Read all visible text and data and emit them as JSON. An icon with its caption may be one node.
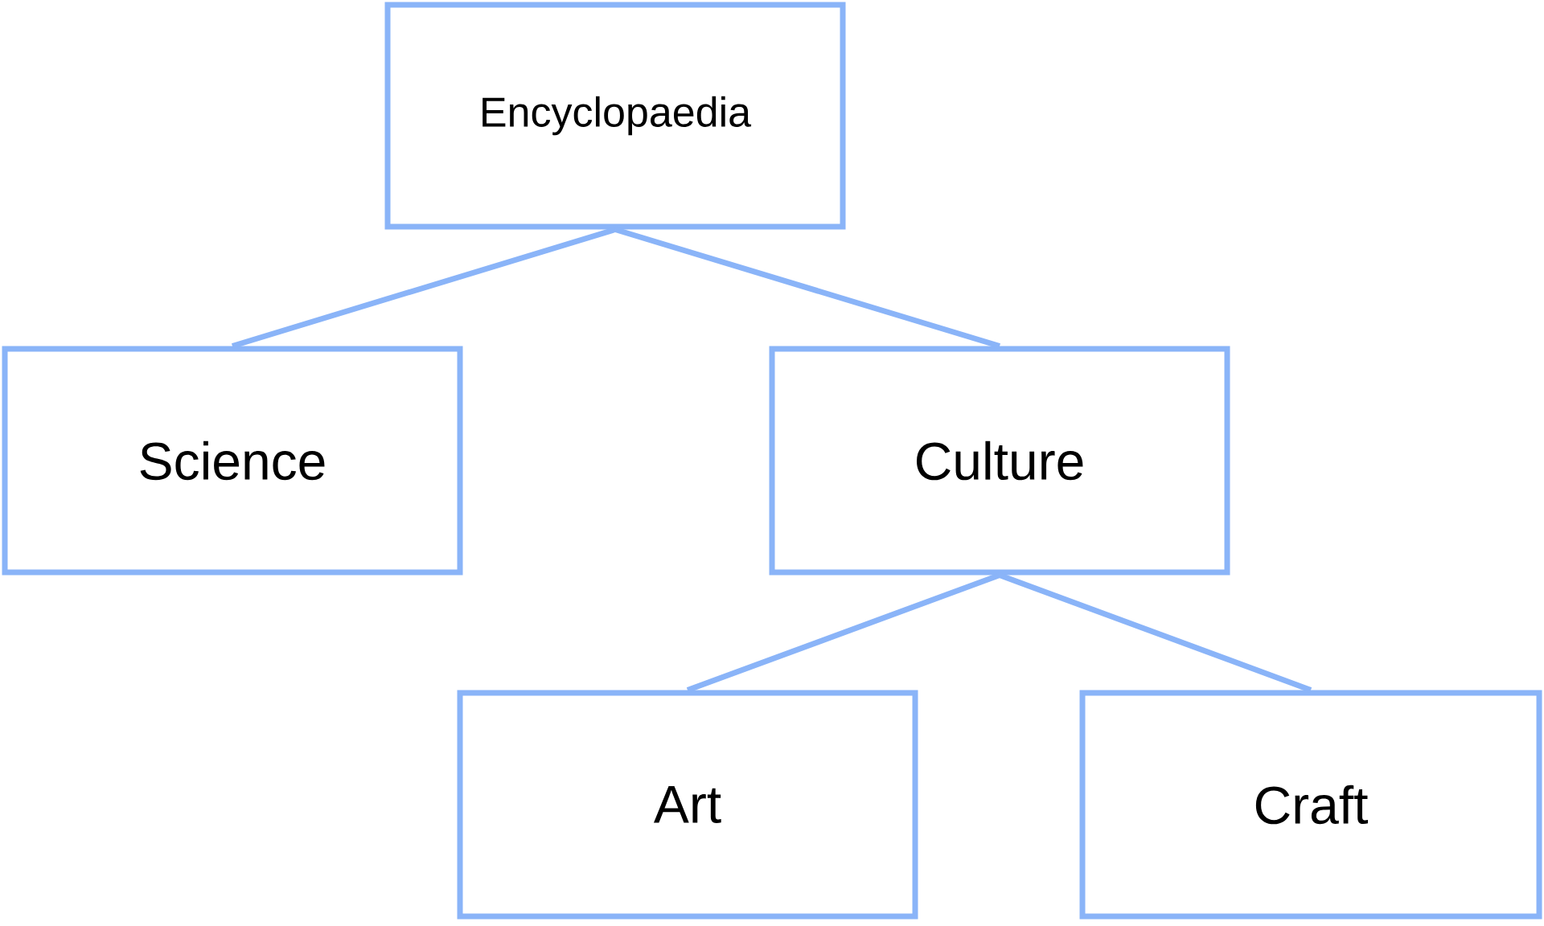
{
  "diagram": {
    "nodes": [
      {
        "text": [
          "Encyclopaedia"
        ]
      },
      {
        "text": [
          "Science"
        ]
      },
      {
        "text": [
          "Culture"
        ]
      },
      {
        "text": [
          "Art"
        ]
      },
      {
        "text": [
          "Craft"
        ]
      }
    ],
    "edges": [
      {
        "from": 0,
        "to": 1,
        "arrow": "none"
      },
      {
        "from": 0,
        "to": 2,
        "arrow": "none"
      },
      {
        "from": 2,
        "to": 3,
        "arrow": "none"
      },
      {
        "from": 2,
        "to": 4,
        "arrow": "none"
      }
    ]
  }
}
